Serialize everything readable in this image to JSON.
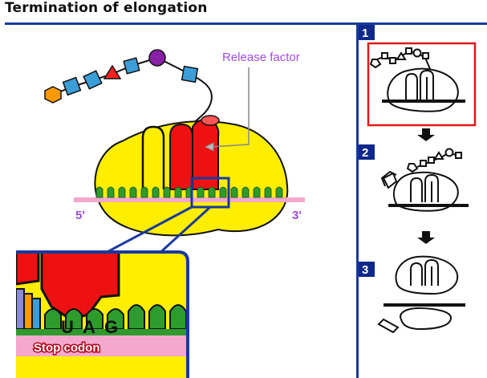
{
  "title": "Termination of elongation",
  "labels": {
    "release_factor": "Release factor",
    "five_prime": "5'",
    "three_prime": "3'",
    "stop_codon": "Stop codon",
    "codon_letters": [
      "U",
      "A",
      "G"
    ]
  },
  "steps": [
    "1",
    "2",
    "3"
  ],
  "colors": {
    "ribosome": "#ffee00",
    "release_factor": "#ee1111",
    "mrna": "#f4a8cc",
    "codon_teeth": "#2e9b2e",
    "header_rule": "#1a3a9c",
    "step_badge": "#10288a",
    "highlight_box": "#e01818",
    "chain_hexagon": "#ff9900",
    "chain_square": "#3c9ed8",
    "chain_triangle": "#ff2020",
    "chain_circle": "#8a20a8"
  },
  "icons": [
    "hexagon-icon",
    "square-icon",
    "triangle-icon",
    "circle-icon",
    "down-arrow-icon"
  ]
}
